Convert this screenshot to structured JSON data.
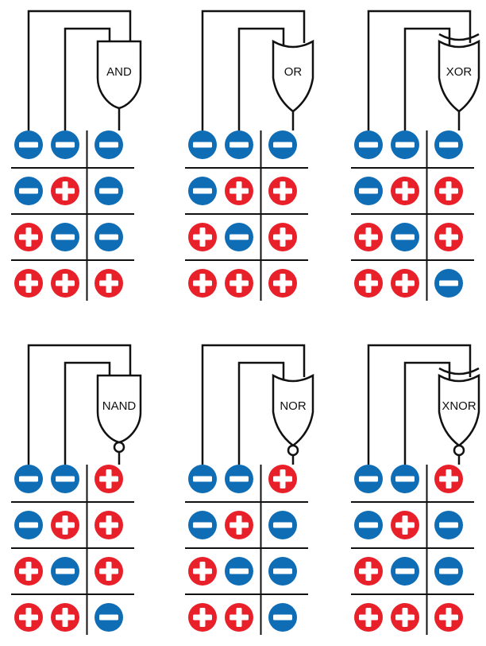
{
  "colors": {
    "positive": "#e8202a",
    "negative": "#0f6db5",
    "line": "#111111",
    "background": "#ffffff"
  },
  "icons": {
    "positive": "plus-icon",
    "negative": "minus-icon"
  },
  "gates": [
    {
      "id": "and",
      "label": "AND",
      "shape": "and",
      "inverted": false,
      "rows": [
        [
          "-",
          "-",
          "-"
        ],
        [
          "-",
          "+",
          "-"
        ],
        [
          "+",
          "-",
          "-"
        ],
        [
          "+",
          "+",
          "+"
        ]
      ]
    },
    {
      "id": "or",
      "label": "OR",
      "shape": "or",
      "inverted": false,
      "rows": [
        [
          "-",
          "-",
          "-"
        ],
        [
          "-",
          "+",
          "+"
        ],
        [
          "+",
          "-",
          "+"
        ],
        [
          "+",
          "+",
          "+"
        ]
      ]
    },
    {
      "id": "xor",
      "label": "XOR",
      "shape": "xor",
      "inverted": false,
      "rows": [
        [
          "-",
          "-",
          "-"
        ],
        [
          "-",
          "+",
          "+"
        ],
        [
          "+",
          "-",
          "+"
        ],
        [
          "+",
          "+",
          "-"
        ]
      ]
    },
    {
      "id": "nand",
      "label": "NAND",
      "shape": "and",
      "inverted": true,
      "rows": [
        [
          "-",
          "-",
          "+"
        ],
        [
          "-",
          "+",
          "+"
        ],
        [
          "+",
          "-",
          "+"
        ],
        [
          "+",
          "+",
          "-"
        ]
      ]
    },
    {
      "id": "nor",
      "label": "NOR",
      "shape": "or",
      "inverted": true,
      "rows": [
        [
          "-",
          "-",
          "+"
        ],
        [
          "-",
          "+",
          "-"
        ],
        [
          "+",
          "-",
          "-"
        ],
        [
          "+",
          "+",
          "-"
        ]
      ]
    },
    {
      "id": "xnor",
      "label": "XNOR",
      "shape": "xor",
      "inverted": true,
      "rows": [
        [
          "-",
          "-",
          "+"
        ],
        [
          "-",
          "+",
          "-"
        ],
        [
          "+",
          "-",
          "-"
        ],
        [
          "+",
          "+",
          "+"
        ]
      ]
    }
  ]
}
